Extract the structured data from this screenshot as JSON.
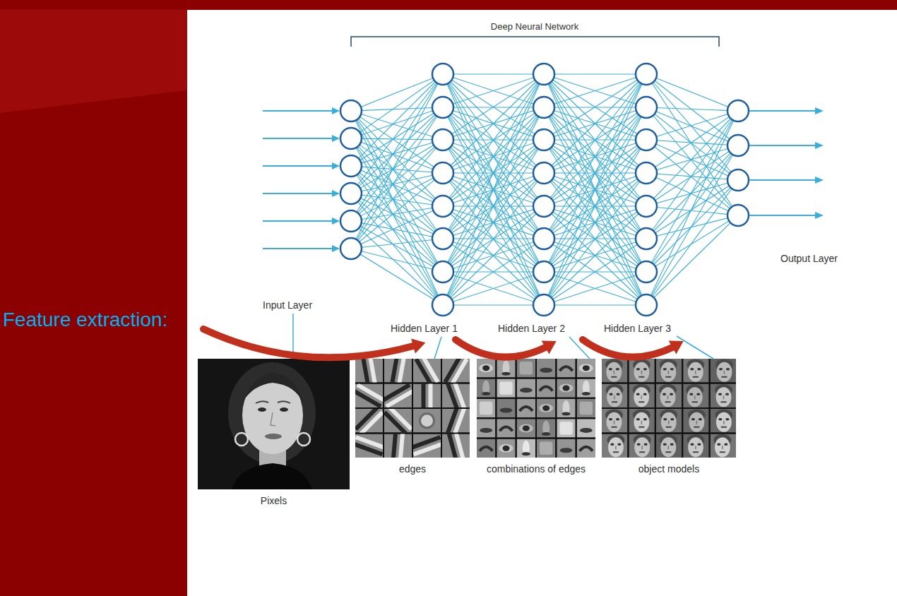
{
  "diagram": {
    "nodes": [
      {
        "text": [
          "Pixels"
        ]
      },
      {
        "text": [
          "edges"
        ]
      },
      {
        "text": [
          "combinations of edges"
        ]
      },
      {
        "text": [
          "object models"
        ]
      }
    ],
    "labels": [
      "Deep Neural Network",
      "Input Layer",
      "Output Layer",
      "Hidden Layer 1",
      "Hidden Layer 2",
      "Hidden Layer 3",
      "Feature extraction:"
    ]
  }
}
